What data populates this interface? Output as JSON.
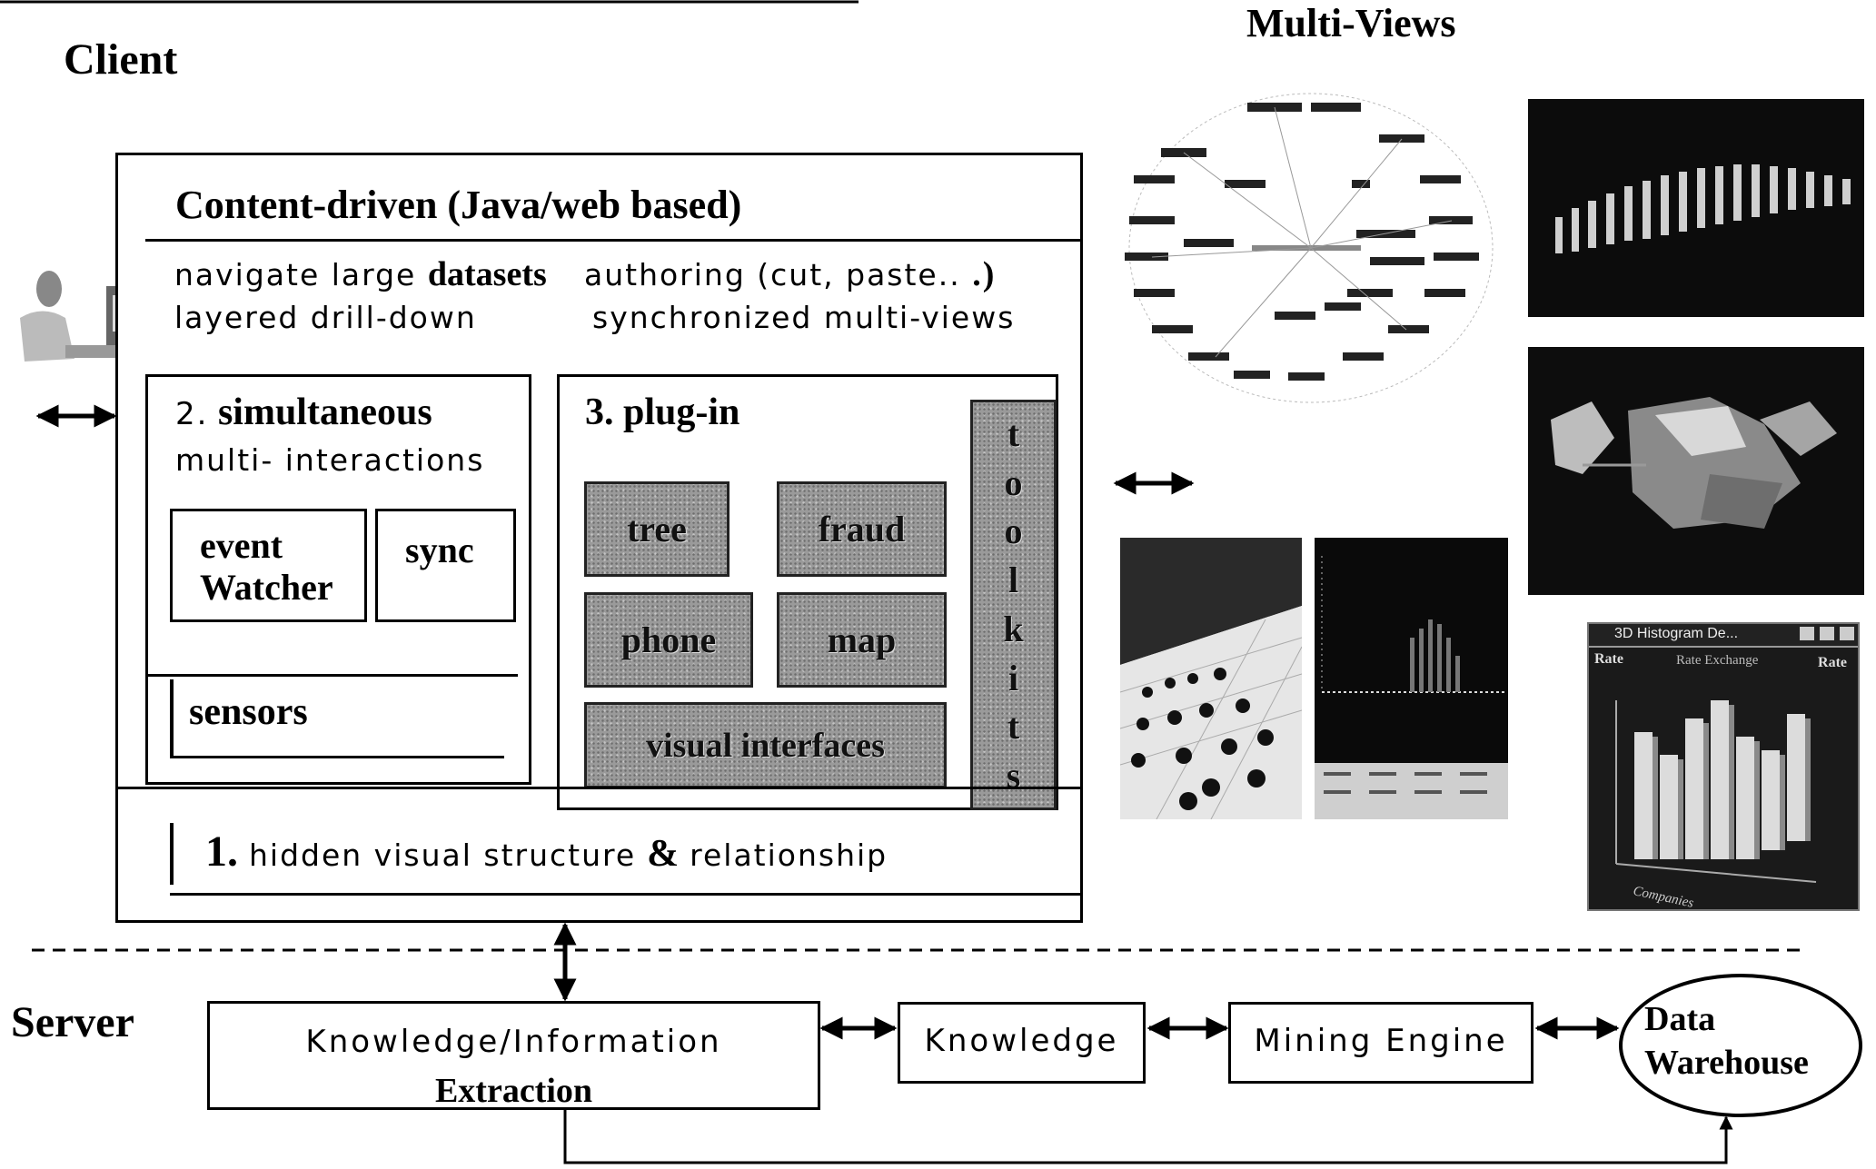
{
  "client_label": "Client",
  "server_label": "Server",
  "multiviews_label": "Multi-Views",
  "content": {
    "title": "Content-driven (Java/web based)",
    "line1_a": "navigate large",
    "line1_b": "datasets",
    "line1_c": "authoring (cut, paste..",
    "line1_d": ".)",
    "line2_a": "layered drill-down",
    "line2_b": "synchronized multi-views"
  },
  "simultaneous": {
    "number": "2.",
    "title": "simultaneous",
    "subtitle": "multi- interactions",
    "event_line1": "event",
    "event_line2": "Watcher",
    "sync": "sync",
    "sensors": "sensors"
  },
  "plugin": {
    "title": "3. plug-in",
    "tiles": [
      "tree",
      "fraud",
      "phone",
      "map",
      "visual interfaces"
    ],
    "toolkits_letters": [
      "t",
      "o",
      "o",
      "l",
      "k",
      "i",
      "t",
      "s"
    ]
  },
  "hidden": {
    "number": "1.",
    "text_a": "hidden visual structure",
    "amp": "&",
    "text_b": "relationship"
  },
  "server": {
    "extraction_line1": "Knowledge/Information",
    "extraction_line2": "Extraction",
    "knowledge": "Knowledge",
    "mining": "Mining Engine",
    "warehouse_line1": "Data",
    "warehouse_line2": "Warehouse"
  },
  "histogram": {
    "title": "3D Histogram De...",
    "left_label": "Rate",
    "center_label": "Rate Exchange",
    "right_label": "Rate",
    "bottom_label": "Companies"
  }
}
